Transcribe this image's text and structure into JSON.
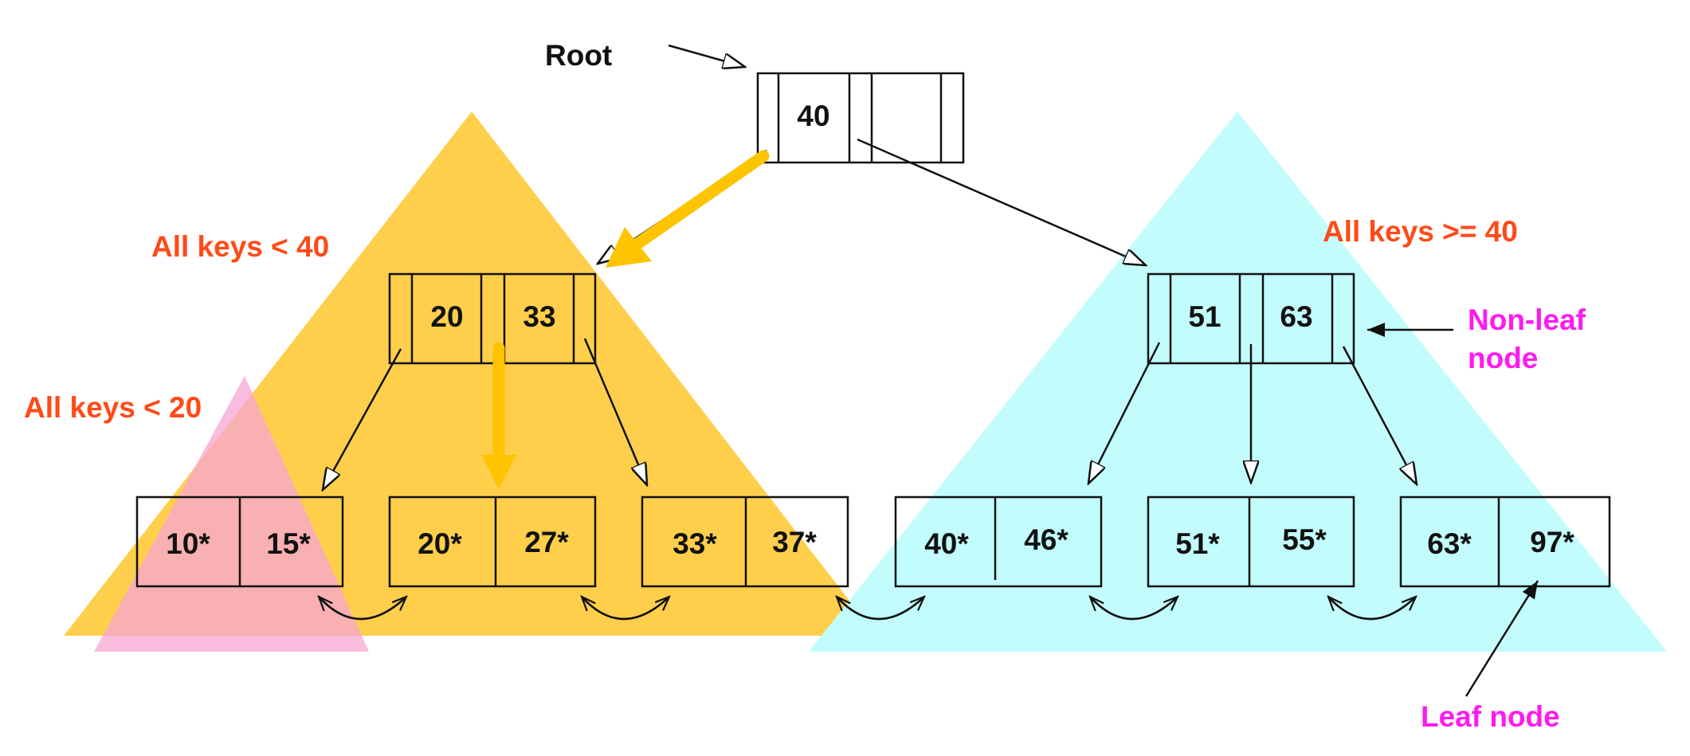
{
  "colors": {
    "left_region": "#FFC72C",
    "right_region": "#C2FCFC",
    "small_region": "#F7A6D4",
    "region_label": "#FF4A17",
    "node_label": "#FF1AF0",
    "highlight_arrow": "#FFC300",
    "ink": "#111111"
  },
  "labels": {
    "root": "Root",
    "left_range": "All keys < 40",
    "right_range": "All keys >= 40",
    "small_range": "All keys < 20",
    "nonleaf_line1": "Non-leaf",
    "nonleaf_line2": "node",
    "leaf": "Leaf node"
  },
  "tree": {
    "root": {
      "keys": [
        "40"
      ]
    },
    "internal": [
      {
        "keys": [
          "20",
          "33"
        ]
      },
      {
        "keys": [
          "51",
          "63"
        ]
      }
    ],
    "leaves": [
      {
        "keys": [
          "10*",
          "15*"
        ]
      },
      {
        "keys": [
          "20*",
          "27*"
        ]
      },
      {
        "keys": [
          "33*",
          "37*"
        ]
      },
      {
        "keys": [
          "40*",
          "46*"
        ]
      },
      {
        "keys": [
          "51*",
          "55*"
        ]
      },
      {
        "keys": [
          "63*",
          "97*"
        ]
      }
    ]
  }
}
